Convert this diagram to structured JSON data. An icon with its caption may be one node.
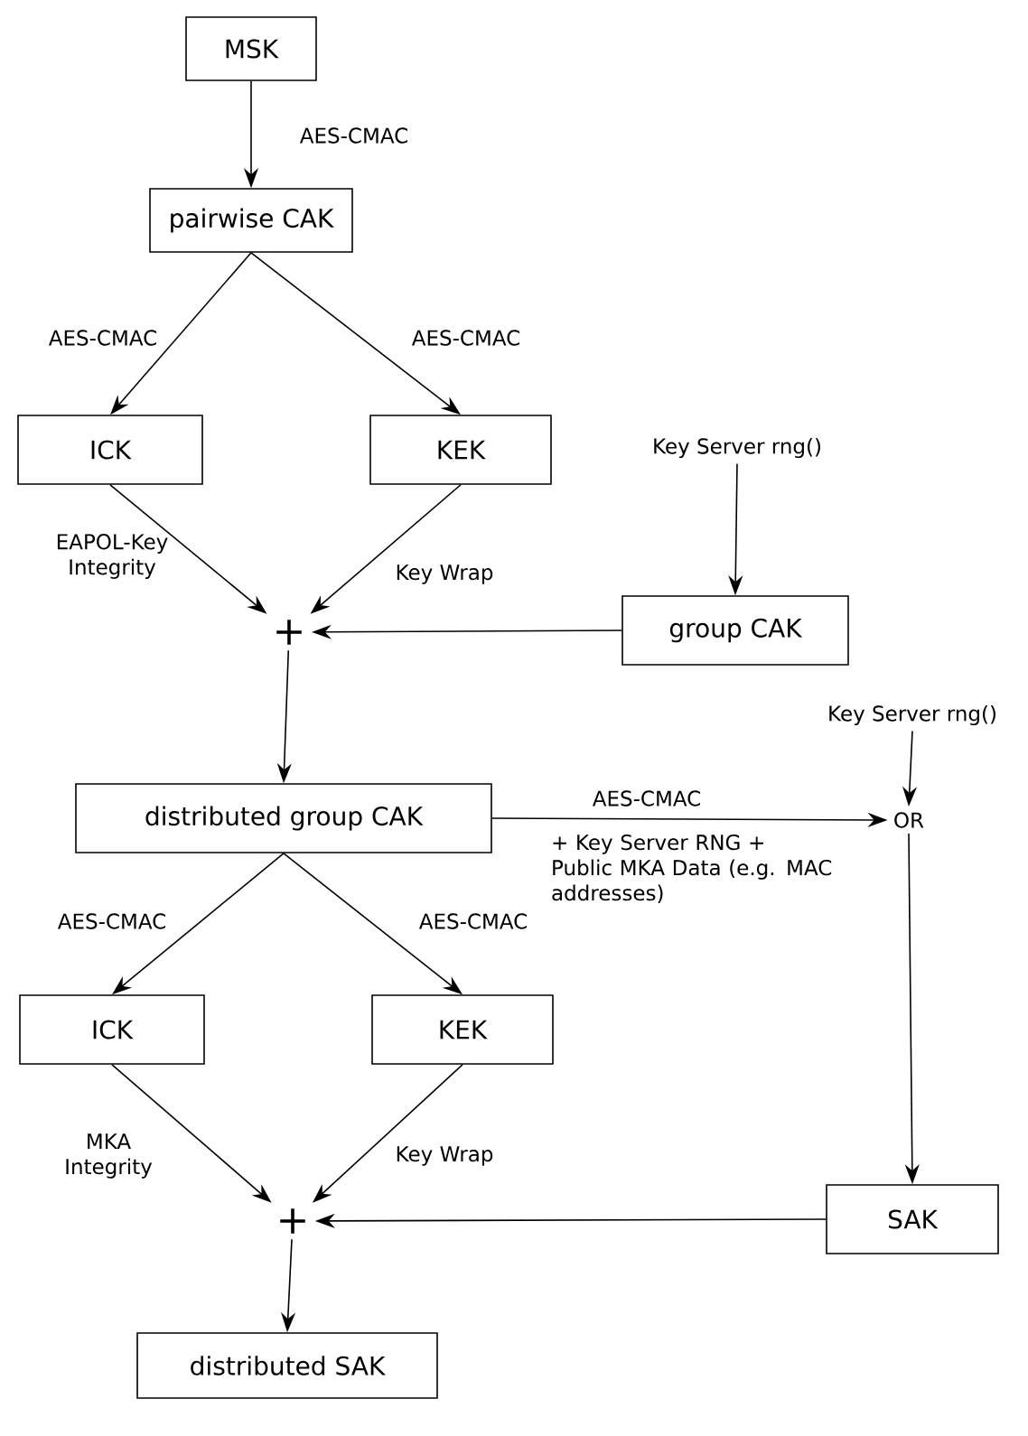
{
  "diagram": {
    "nodes": [
      {
        "text": [
          "MSK"
        ]
      },
      {
        "text": [
          "pairwise CAK"
        ]
      },
      {
        "text": [
          "ICK"
        ]
      },
      {
        "text": [
          "KEK"
        ]
      },
      {
        "text": [
          "Key Server rng()"
        ]
      },
      {
        "text": [
          "+"
        ]
      },
      {
        "text": [
          "group CAK"
        ]
      },
      {
        "text": [
          "distributed group CAK"
        ]
      },
      {
        "text": [
          "Key Server rng()"
        ]
      },
      {
        "text": [
          "OR"
        ]
      },
      {
        "text": [
          "ICK"
        ]
      },
      {
        "text": [
          "KEK"
        ]
      },
      {
        "text": [
          "+"
        ]
      },
      {
        "text": [
          "SAK"
        ]
      },
      {
        "text": [
          "distributed SAK"
        ]
      }
    ],
    "edges": [
      {
        "from": 0,
        "to": 1,
        "arrow": "to",
        "label": "AES-CMAC"
      },
      {
        "from": 1,
        "to": 2,
        "arrow": "to",
        "label": "AES-CMAC"
      },
      {
        "from": 1,
        "to": 3,
        "arrow": "to",
        "label": "AES-CMAC"
      },
      {
        "from": 2,
        "to": 5,
        "arrow": "to",
        "label": "EAPOL-Key Integrity"
      },
      {
        "from": 3,
        "to": 5,
        "arrow": "to",
        "label": "Key Wrap"
      },
      {
        "from": 4,
        "to": 6,
        "arrow": "to"
      },
      {
        "from": 6,
        "to": 5,
        "arrow": "to"
      },
      {
        "from": 5,
        "to": 7,
        "arrow": "to"
      },
      {
        "from": 7,
        "to": 9,
        "arrow": "to",
        "label": "AES-CMAC"
      },
      {
        "from": 8,
        "to": 9,
        "arrow": "to"
      },
      {
        "from": 7,
        "to": 10,
        "arrow": "to",
        "label": "AES-CMAC"
      },
      {
        "from": 7,
        "to": 11,
        "arrow": "to",
        "label": "AES-CMAC"
      },
      {
        "from": 10,
        "to": 12,
        "arrow": "to",
        "label": "MKA Integrity"
      },
      {
        "from": 11,
        "to": 12,
        "arrow": "to",
        "label": "Key Wrap"
      },
      {
        "from": 9,
        "to": 13,
        "arrow": "to"
      },
      {
        "from": 13,
        "to": 12,
        "arrow": "to"
      },
      {
        "from": 12,
        "to": 14,
        "arrow": "to"
      }
    ],
    "labels": [
      "+ Key Server RNG + Public MKA Data (e.g. MAC addresses)"
    ]
  }
}
